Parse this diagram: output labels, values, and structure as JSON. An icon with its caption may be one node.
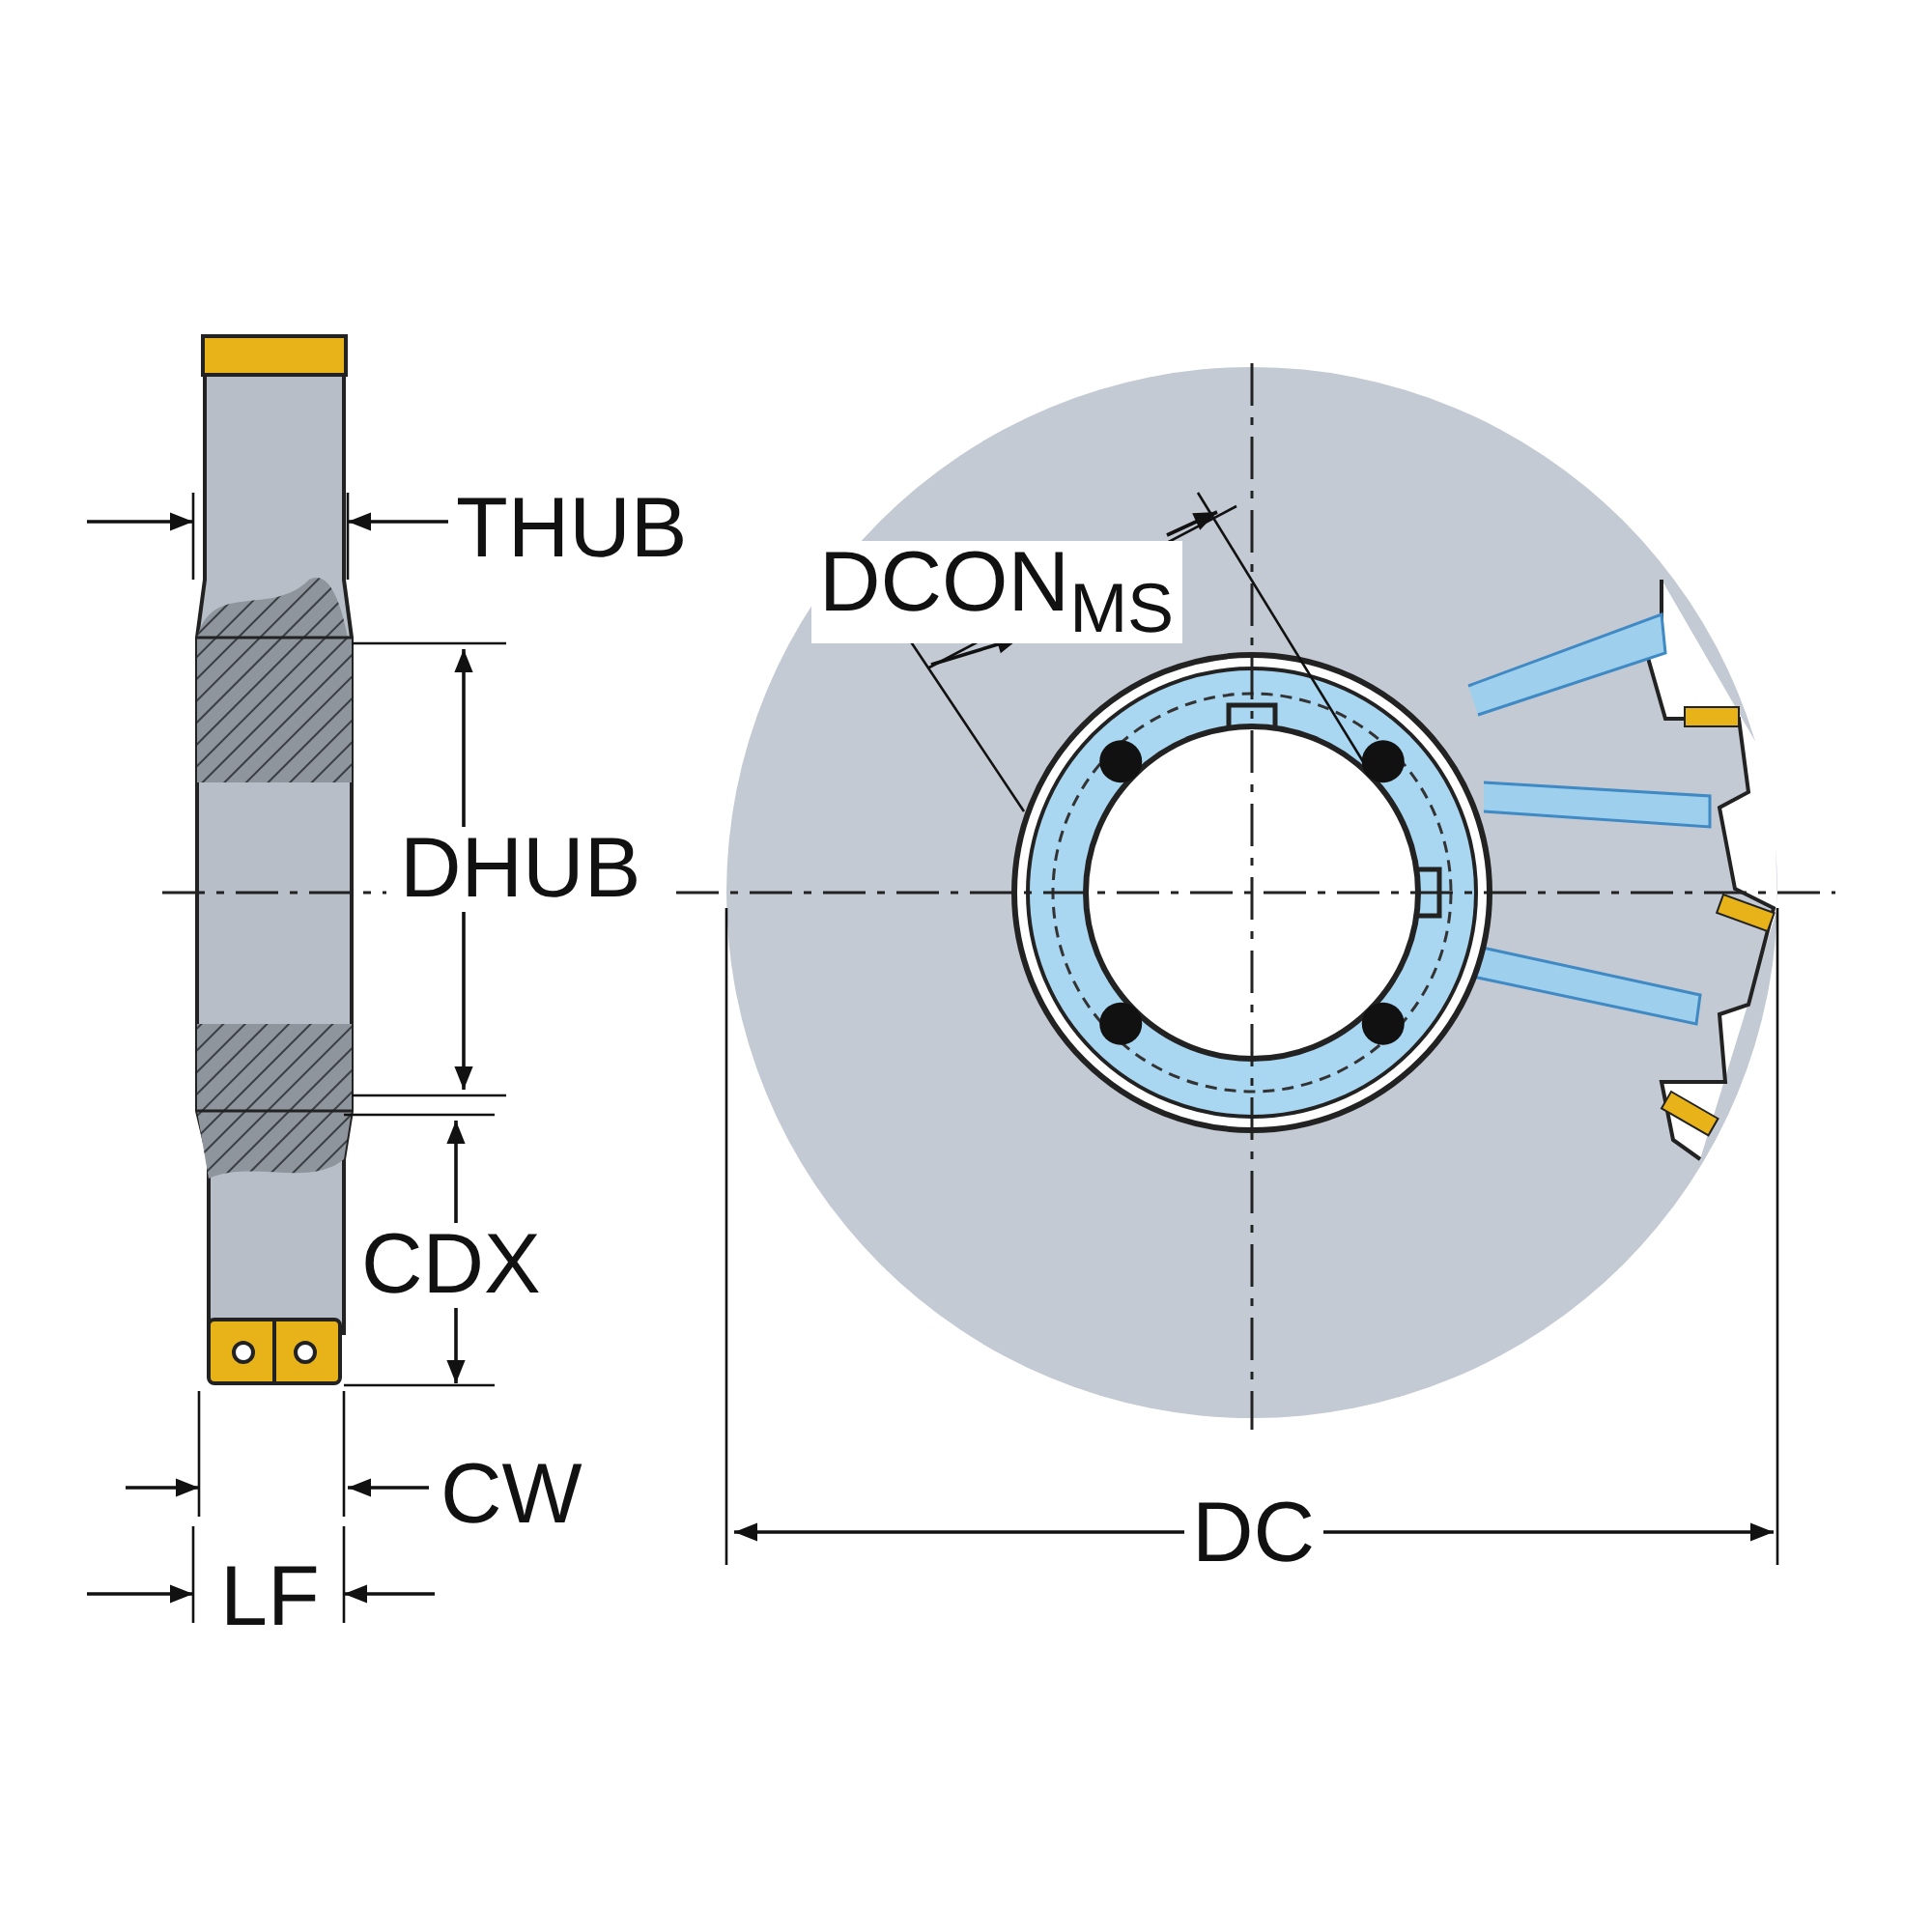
{
  "diagram": {
    "labels": [
      "THUB",
      "DCON$_{MS}$",
      "DHUB",
      "CDX",
      "CW",
      "DC",
      "LF"
    ]
  }
}
